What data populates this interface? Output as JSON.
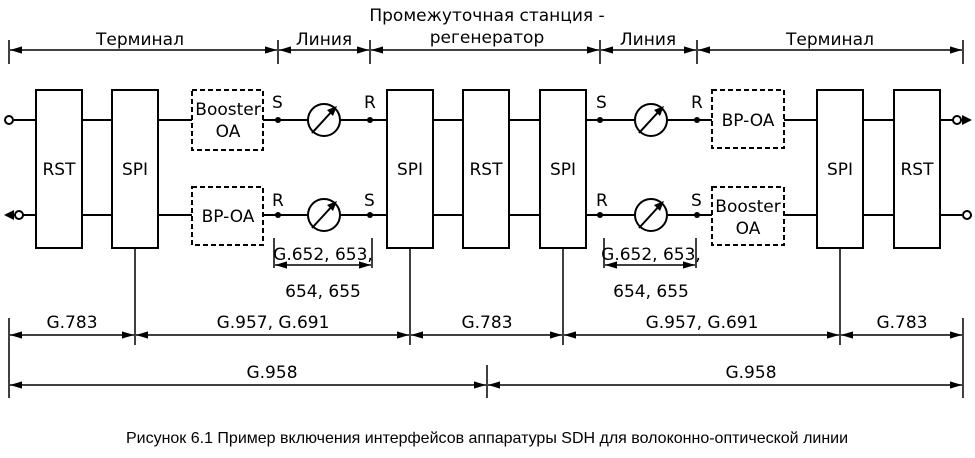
{
  "header": {
    "terminal_left": "Терминал",
    "line_left": "Линия",
    "station_line1": "Промежуточная станция -",
    "station_line2": "регенератор",
    "line_right": "Линия",
    "terminal_right": "Терминал"
  },
  "blocks": {
    "rst": "RST",
    "spi": "SPI",
    "booster_line1": "Booster",
    "booster_line2": "OA",
    "bp_oa": "BP-OA"
  },
  "ports": {
    "s": "S",
    "r": "R"
  },
  "fiber_standards": {
    "line1": "G.652, 653,",
    "line2": "654, 655"
  },
  "standards": {
    "g783": "G.783",
    "g957_g691": "G.957, G.691",
    "g958": "G.958"
  },
  "caption": "Рисунок 6.1 Пример включения интерфейсов аппаратуры SDH для волоконно-оптической линии"
}
